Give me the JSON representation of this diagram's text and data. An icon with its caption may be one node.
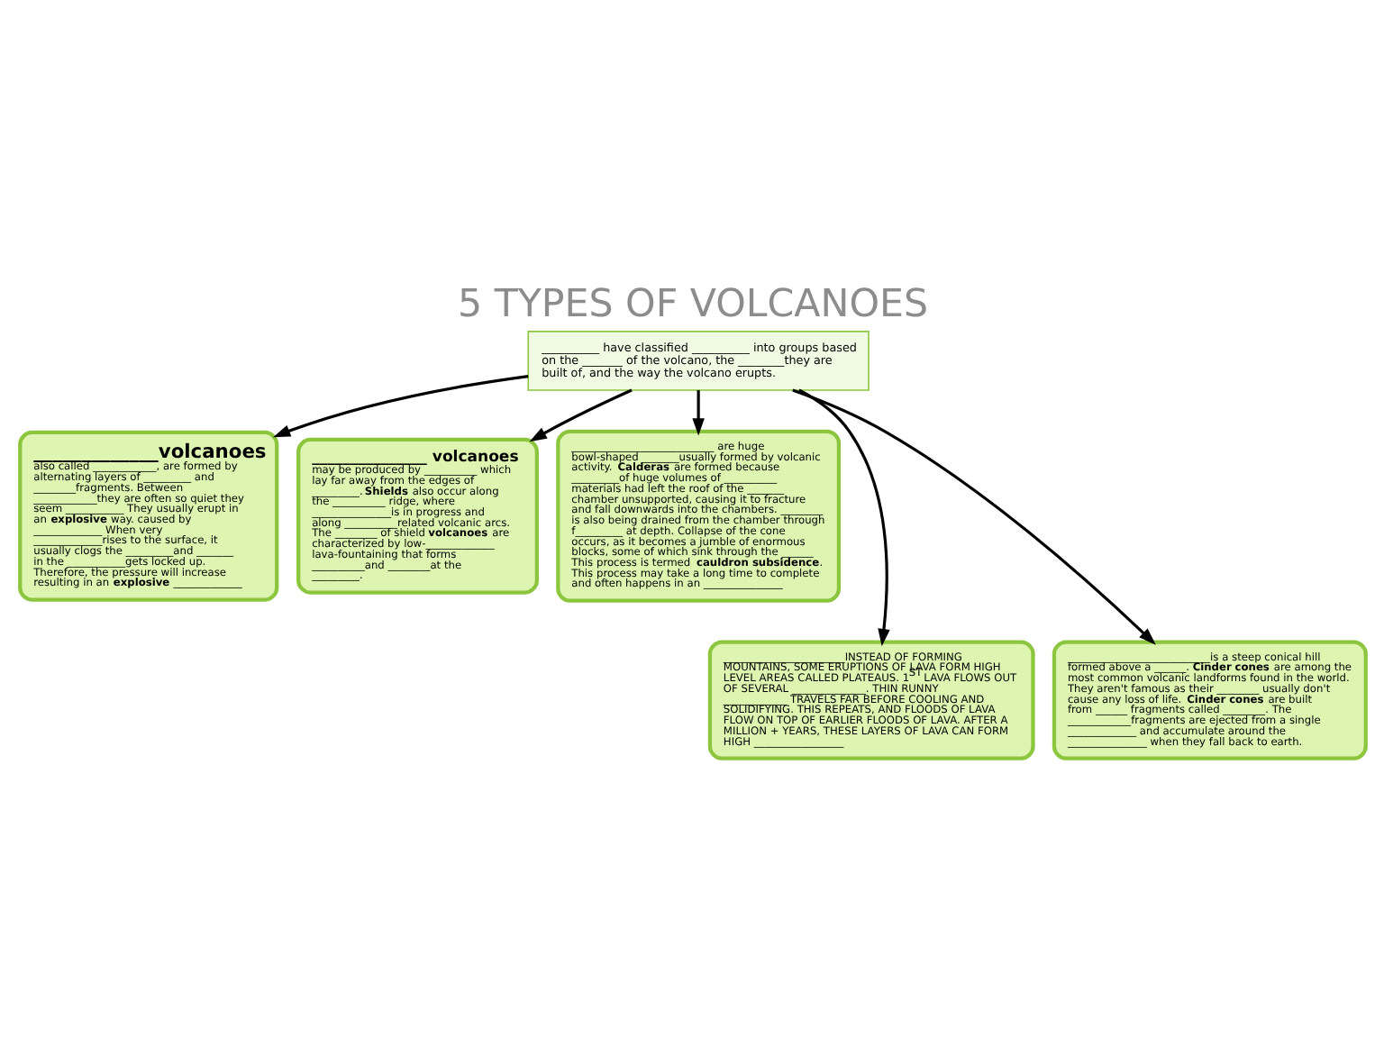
{
  "diagram": {
    "title": "5 TYPES OF VOLCANOES",
    "nodes": [
      {
        "text": [
          "__________ have classified __________ into groups based on the _______ of the volcano, the ________they are built of, and the way the volcano erupts."
        ]
      },
      {
        "text": [
          "_____________volcanoes",
          "also called ____________, are formed by alternating layers of _________ and ________fragments. Between ____________they are often so quiet they seem ___________ They usually erupt in an **explosive** way. caused by _____________ When very _____________rises to the surface, it usually clogs the _________and _______ in the ___________gets locked up. Therefore, the pressure will increase resulting in an **explosive** _____________"
        ]
      },
      {
        "text": [
          "_______________ volcanoes",
          "may be produced by __________ which lay far away from the edges of _________. **Shields** also occur along the __________ ridge, where _______________is in progress and along __________related volcanic arcs. The ________ of shield **volcanoes** are characterized by low-_____________ lava-fountaining that forms __________and ________at the _________."
        ]
      },
      {
        "text": [
          "___________________________ are huge bowl-shaped _______usually formed by volcanic activity. **Calderas** are formed because _________of huge volumes of __________ materials had left the roof of the _______ chamber unsupported, causing it to fracture and fall downwards into the chambers. ________ is also being drained from the chamber through f_________ at depth. Collapse of the cone occurs, as it becomes a jumble of enormous blocks, some of which sink through the ______ This process is termed **cauldron subsidence**. This process may take a long time to complete and often happens in an _______________"
        ]
      },
      {
        "text": [
          "_______________________INSTEAD OF FORMING MOUNTAINS, SOME ERUPTIONS OF LAVA FORM HIGH LEVEL AREAS CALLED PLATEAUS. 1$^{ST}$ LAVA FLOWS OUT OF SEVERAL ______________. THIN RUNNY ____________ TRAVELS FAR BEFORE COOLING AND SOLIDIFYING. THIS REPEATS, AND FLOODS OF LAVA FLOW ON TOP OF EARLIER FLOODS OF LAVA. AFTER A MILLION + YEARS, THESE LAYERS OF LAVA CAN FORM HIGH _________________"
        ]
      },
      {
        "text": [
          "___________________________is a steep conical hill formed above a ______. **Cinder cones** are among the most common volcanic landforms found in the world. They aren't famous as their ________ usually don't cause any loss of life. **Cinder cones** are built from ______ fragments called ________. The ____________fragments are ejected from a single _____________ and accumulate around the _______________ when they fall back to earth."
        ]
      }
    ],
    "edges": [
      {
        "from": 0,
        "to": 1,
        "arrow": "to"
      },
      {
        "from": 0,
        "to": 2,
        "arrow": "to"
      },
      {
        "from": 0,
        "to": 3,
        "arrow": "to"
      },
      {
        "from": 0,
        "to": 4,
        "arrow": "to"
      },
      {
        "from": 0,
        "to": 5,
        "arrow": "to"
      }
    ]
  }
}
